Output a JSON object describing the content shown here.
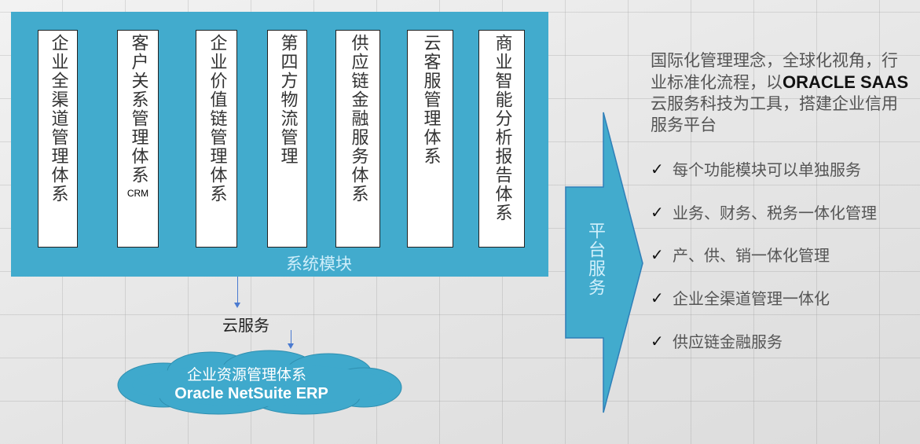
{
  "modules": [
    {
      "label": "企业全渠道管理体系"
    },
    {
      "label": "客户关系管理体系",
      "sub": "CRM"
    },
    {
      "label": "企业价值链管理体系"
    },
    {
      "label": "第四方物流管理"
    },
    {
      "label": "供应链金融服务体系"
    },
    {
      "label": "云客服管理体系"
    },
    {
      "label": "商业智能分析报告体系"
    }
  ],
  "panel_label": "系统模块",
  "cloud_service_label": "云服务",
  "cloud": {
    "title": "企业资源管理体系",
    "subtitle": "Oracle NetSuite ERP"
  },
  "arrow_label": "平台服务",
  "intro": {
    "part1": "国际化管理理念，全球化视角，行业标准化流程，以",
    "brand": "ORACLE SAAS",
    "part2": " 云服务科技为工具，搭建企业信用服务平台"
  },
  "check_glyph": "✓",
  "bullets": [
    "每个功能模块可以单独服务",
    "业务、财务、税务一体化管理",
    "产、供、销一体化管理",
    "企业全渠道管理一体化",
    "供应链金融服务"
  ],
  "colors": {
    "panel": "#42abcd",
    "arrow": "#42abcd",
    "cloud": "#3fa9cc"
  }
}
